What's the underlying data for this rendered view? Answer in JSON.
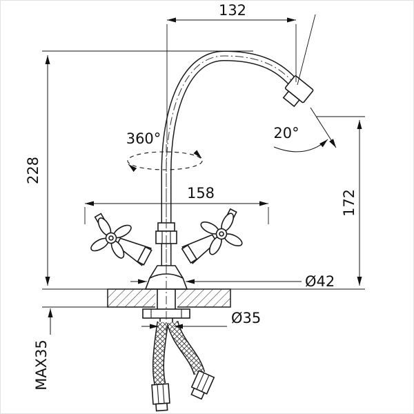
{
  "colors": {
    "ink": "#1a1a1a",
    "background": "#ffffff"
  },
  "labels": {
    "spout_reach": "132",
    "overall_height": "228",
    "body_width": "158",
    "spout_height": "172",
    "swivel_angle": "360°",
    "spout_tilt": "20°",
    "base_diameter": "Ø42",
    "hole_diameter": "Ø35",
    "max_mount_thickness": "MAX35"
  }
}
